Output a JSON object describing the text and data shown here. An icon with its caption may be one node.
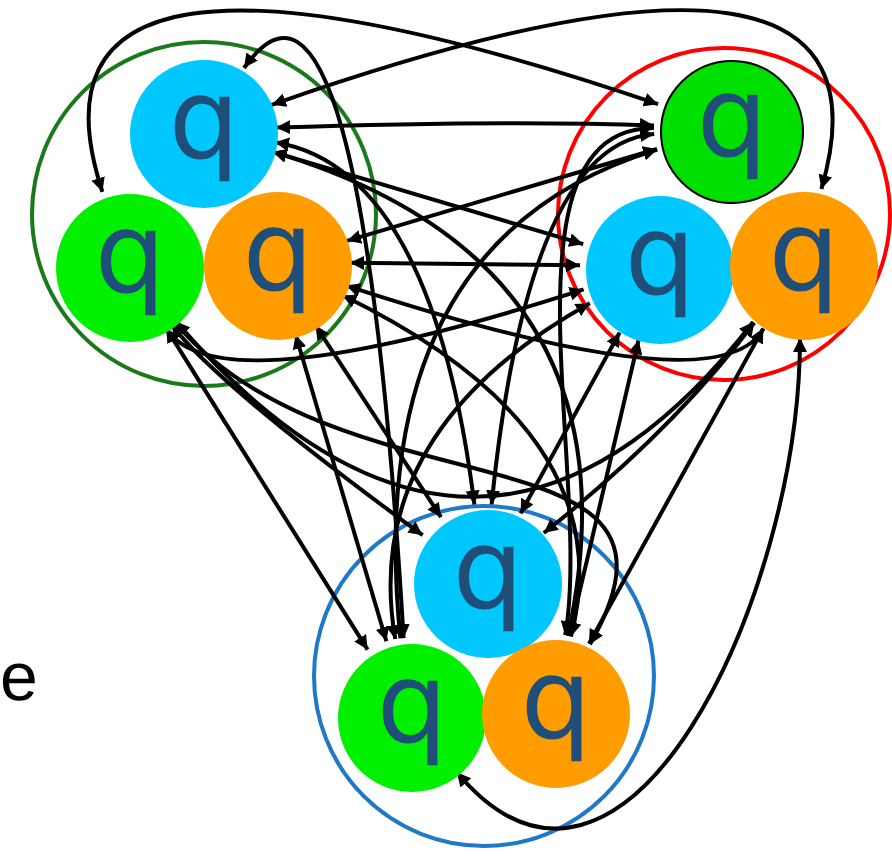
{
  "diagram": {
    "nodes": [
      {
        "text": [],
        "shape": "circle"
      },
      {
        "text": [
          "q"
        ],
        "in": 0
      },
      {
        "text": [
          "q"
        ],
        "in": 0
      },
      {
        "text": [
          "q"
        ],
        "in": 0
      },
      {
        "text": [],
        "shape": "circle"
      },
      {
        "text": [
          "q"
        ],
        "in": 4
      },
      {
        "text": [
          "q"
        ],
        "in": 4
      },
      {
        "text": [
          "q"
        ],
        "in": 4
      },
      {
        "text": [],
        "shape": "circle"
      },
      {
        "text": [
          "q"
        ],
        "in": 8
      },
      {
        "text": [
          "q"
        ],
        "in": 8
      },
      {
        "text": [
          "q"
        ],
        "in": 8
      }
    ],
    "edges": [
      {
        "from": 1,
        "to": 5,
        "arrow": "both"
      },
      {
        "from": 1,
        "to": 6,
        "arrow": "both"
      },
      {
        "from": 1,
        "to": 7,
        "arrow": "both"
      },
      {
        "from": 2,
        "to": 5,
        "arrow": "both"
      },
      {
        "from": 2,
        "to": 6,
        "arrow": "both"
      },
      {
        "from": 2,
        "to": 7,
        "arrow": "both"
      },
      {
        "from": 3,
        "to": 5,
        "arrow": "both"
      },
      {
        "from": 3,
        "to": 6,
        "arrow": "both"
      },
      {
        "from": 3,
        "to": 7,
        "arrow": "both"
      },
      {
        "from": 1,
        "to": 9,
        "arrow": "both"
      },
      {
        "from": 1,
        "to": 10,
        "arrow": "both"
      },
      {
        "from": 1,
        "to": 11,
        "arrow": "both"
      },
      {
        "from": 2,
        "to": 9,
        "arrow": "both"
      },
      {
        "from": 2,
        "to": 10,
        "arrow": "both"
      },
      {
        "from": 2,
        "to": 11,
        "arrow": "both"
      },
      {
        "from": 3,
        "to": 9,
        "arrow": "both"
      },
      {
        "from": 3,
        "to": 10,
        "arrow": "both"
      },
      {
        "from": 3,
        "to": 11,
        "arrow": "both"
      },
      {
        "from": 5,
        "to": 9,
        "arrow": "both"
      },
      {
        "from": 5,
        "to": 10,
        "arrow": "both"
      },
      {
        "from": 5,
        "to": 11,
        "arrow": "both"
      },
      {
        "from": 6,
        "to": 9,
        "arrow": "both"
      },
      {
        "from": 6,
        "to": 10,
        "arrow": "both"
      },
      {
        "from": 6,
        "to": 11,
        "arrow": "both"
      },
      {
        "from": 7,
        "to": 9,
        "arrow": "both"
      },
      {
        "from": 7,
        "to": 10,
        "arrow": "both"
      },
      {
        "from": 7,
        "to": 11,
        "arrow": "both"
      }
    ],
    "labels": [
      "e"
    ]
  }
}
